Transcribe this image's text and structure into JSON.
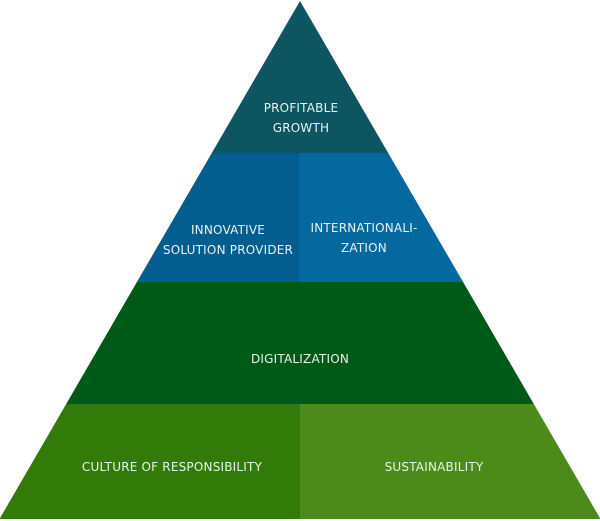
{
  "diagram": {
    "type": "pyramid",
    "levels": [
      {
        "name": "top",
        "segments": [
          {
            "id": "profitable-growth",
            "lines": [
              "PROFITABLE",
              "GROWTH"
            ],
            "color": "#0d5560"
          }
        ]
      },
      {
        "name": "upper-middle",
        "segments": [
          {
            "id": "innovative-solution-provider",
            "lines": [
              "INNOVATIVE",
              "SOLUTION PROVIDER"
            ],
            "color": "#035d8e"
          },
          {
            "id": "internationalization",
            "lines": [
              "INTERNATIONALI-",
              "ZATION"
            ],
            "color": "#0569a0"
          }
        ]
      },
      {
        "name": "lower-middle",
        "segments": [
          {
            "id": "digitalization",
            "lines": [
              "DIGITALIZATION"
            ],
            "color": "#005a17"
          }
        ]
      },
      {
        "name": "base",
        "segments": [
          {
            "id": "culture-of-responsibility",
            "lines": [
              "CULTURE OF RESPONSIBILITY"
            ],
            "color": "#327b08"
          },
          {
            "id": "sustainability",
            "lines": [
              "SUSTAINABILITY"
            ],
            "color": "#4c8b1a"
          }
        ]
      }
    ]
  },
  "labels": {
    "profitable_growth_1": "PROFITABLE",
    "profitable_growth_2": "GROWTH",
    "innovative_1": "INNOVATIVE",
    "innovative_2": "SOLUTION PROVIDER",
    "internationalization_1": "INTERNATIONALI-",
    "internationalization_2": "ZATION",
    "digitalization": "DIGITALIZATION",
    "culture": "CULTURE OF RESPONSIBILITY",
    "sustainability": "SUSTAINABILITY"
  },
  "colors": {
    "profitable_growth": "#0d5560",
    "innovative": "#035d8e",
    "internationalization": "#0569a0",
    "digitalization": "#005a17",
    "culture": "#327b08",
    "sustainability": "#4c8b1a",
    "text": "#e9f3f0"
  }
}
